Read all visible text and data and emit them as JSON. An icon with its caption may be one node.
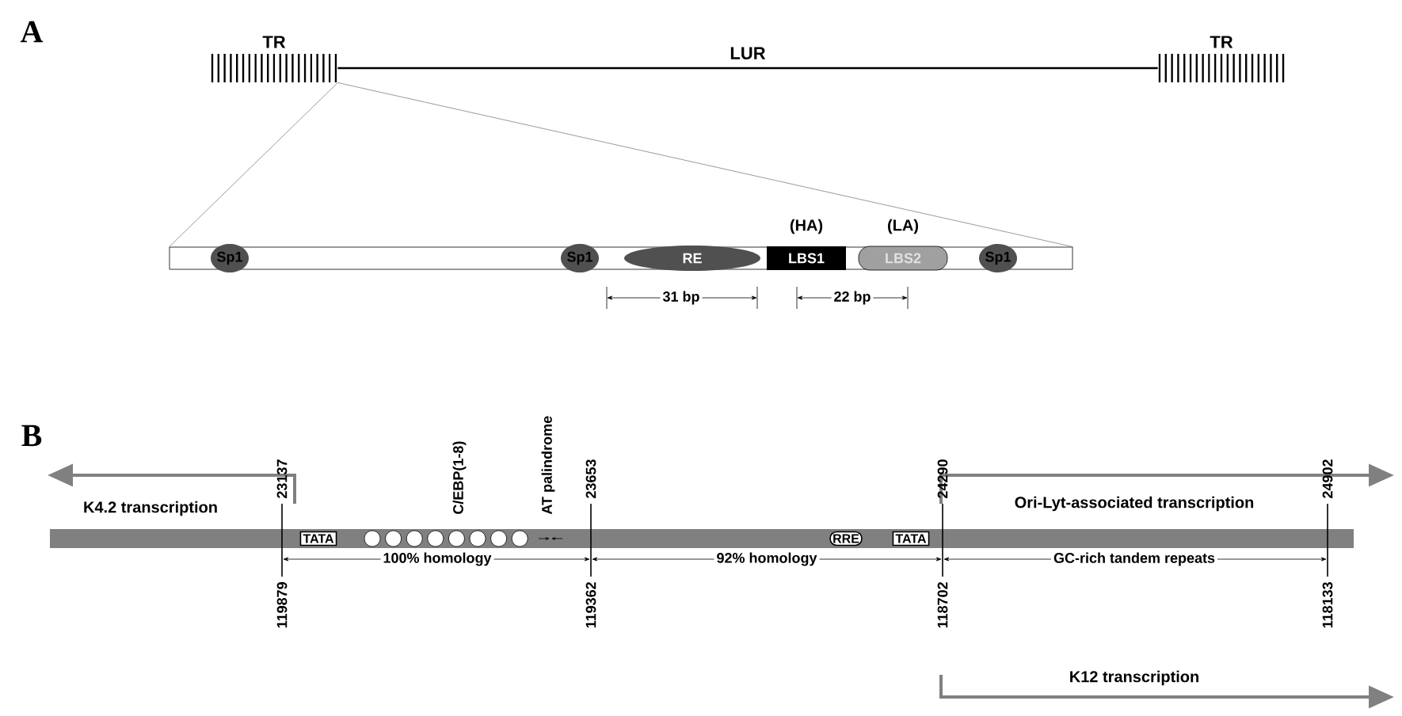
{
  "diagram": {
    "nodes": [
      {
        "text": [
          "TR"
        ]
      },
      {
        "text": [
          "TR"
        ]
      },
      {
        "text": [],
        "shape": "bar"
      },
      {
        "text": [
          "Sp1"
        ],
        "in": 2
      },
      {
        "text": [
          "Sp1"
        ],
        "in": 2
      },
      {
        "text": [
          "RE"
        ],
        "in": 2
      },
      {
        "text": [
          "(HA)",
          "LBS1"
        ],
        "in": 2
      },
      {
        "text": [
          "(LA)",
          "LBS2"
        ],
        "in": 2
      },
      {
        "text": [
          "Sp1"
        ],
        "in": 2
      },
      {
        "text": [],
        "shape": "bar"
      },
      {
        "text": [
          "TATA"
        ],
        "in": 9
      },
      {
        "text": [],
        "shape": "circle",
        "in": 9
      },
      {
        "text": [],
        "shape": "circle",
        "in": 9
      },
      {
        "text": [],
        "shape": "circle",
        "in": 9
      },
      {
        "text": [],
        "shape": "circle",
        "in": 9
      },
      {
        "text": [],
        "shape": "circle",
        "in": 9
      },
      {
        "text": [],
        "shape": "circle",
        "in": 9
      },
      {
        "text": [],
        "shape": "circle",
        "in": 9
      },
      {
        "text": [],
        "shape": "circle",
        "in": 9
      },
      {
        "text": [
          "RRE"
        ],
        "in": 9
      },
      {
        "text": [
          "TATA"
        ],
        "in": 9
      }
    ],
    "edges": [
      {
        "from": 0,
        "to": 1,
        "arrow": "none",
        "label": "LUR",
        "color": "#000000"
      },
      {
        "from": 0,
        "to": 2,
        "arrow": "none"
      },
      {
        "from": 0,
        "to": 2,
        "arrow": "none"
      }
    ],
    "labels": [
      "A",
      "31 bp",
      "22 bp",
      "B",
      "K4.2 transcription",
      "23137",
      "C/EBP(1-8)",
      "AT palindrome",
      "23653",
      "24290",
      "Ori-Lyt-associated transcription",
      "24902",
      "100% homology",
      "92% homology",
      "GC-rich tandem repeats",
      "119879",
      "119362",
      "118702",
      "118133",
      "K12 transcription"
    ]
  }
}
